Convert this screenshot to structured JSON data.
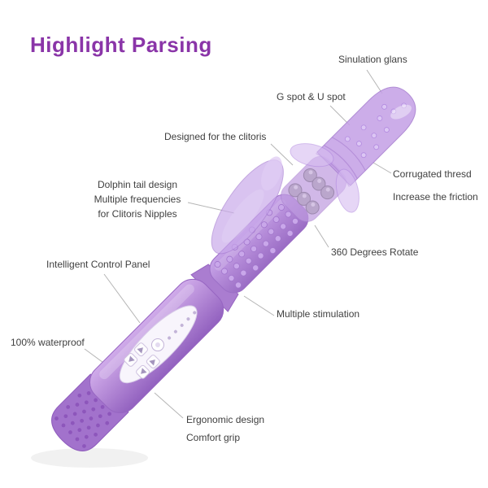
{
  "page": {
    "title": "Highlight Parsing",
    "background": "#ffffff"
  },
  "colors": {
    "title": "#8a35a8",
    "label_text": "#404040",
    "callout_line": "#b5b5b5",
    "product_purple": "#b187d6",
    "product_translucent": "#c9a8ea",
    "control_panel_white": "#f8f5fc",
    "bead_gray": "#bdb6c6"
  },
  "annotations": {
    "glans": "Sinulation glans",
    "g_u_spot": "G spot & U spot",
    "clitoris": "Designed for the clitoris",
    "corrugated": "Corrugated thresd\nIncrease the friction",
    "dolphin": "Dolphin tail design\nMultiple frequencies\nfor Clitoris Nipples",
    "rotate_360": "360 Degrees Rotate",
    "control_panel": "Intelligent Control Panel",
    "stimulation": "Multiple stimulation",
    "waterproof": "100% waterproof",
    "ergonomic": "Ergonomic design\nComfort grip"
  }
}
